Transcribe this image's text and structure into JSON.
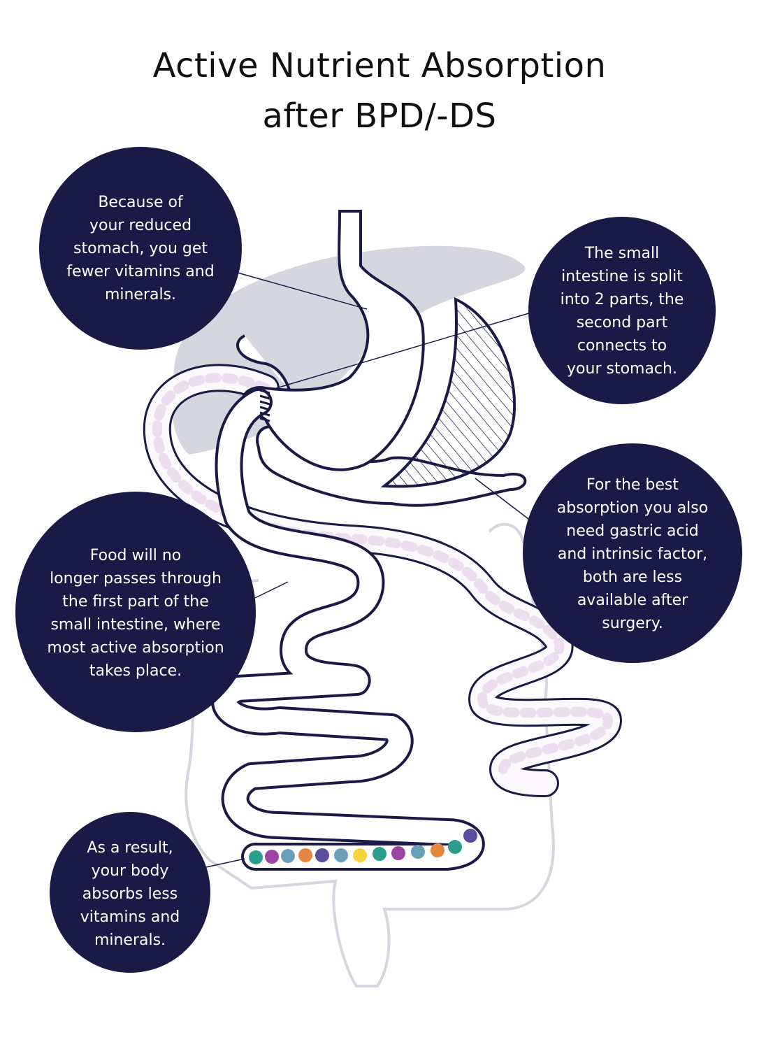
{
  "title": {
    "line1": "Active Nutrient Absorption",
    "line2": "after BPD/-DS"
  },
  "callouts": [
    {
      "lines": [
        "Because of",
        "your reduced",
        "stomach, you get",
        "fewer vitamins and",
        "minerals."
      ]
    },
    {
      "lines": [
        "The small",
        "intestine is split",
        "into 2 parts, the",
        "second part",
        "connects to",
        "your stomach."
      ]
    },
    {
      "lines": [
        "For the best",
        "absorption you also",
        "need gastric acid",
        "and intrinsic factor,",
        "both are less",
        "available after",
        "surgery."
      ]
    },
    {
      "lines": [
        "Food will no",
        "longer passes through",
        "the first part of the",
        "small intestine, where",
        "most active absorption",
        "takes place."
      ]
    },
    {
      "lines": [
        "As a result,",
        "your body",
        "absorbs less",
        "vitamins and",
        "minerals."
      ]
    }
  ],
  "colors": {
    "navy": "#1b1a47",
    "organ_gray": "#d5d6de",
    "nutrients": [
      "#2a9d8f",
      "#9b44a3",
      "#6b9fb8",
      "#e8843f",
      "#5b4c9e",
      "#6b9fb8",
      "#f7d43c",
      "#2a9d8f",
      "#9b44a3",
      "#6b9fb8",
      "#e8843f",
      "#2a9d8f",
      "#5b4c9e"
    ]
  }
}
